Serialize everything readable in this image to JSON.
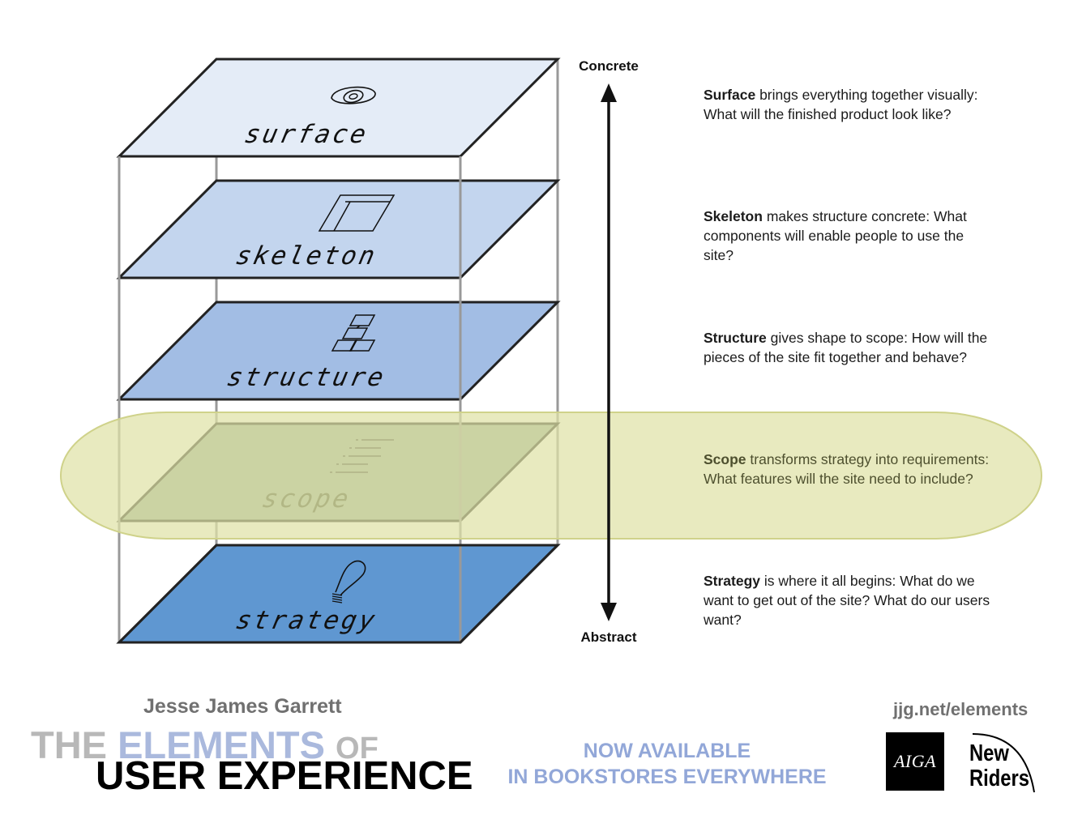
{
  "axis": {
    "top_label": "Concrete",
    "bottom_label": "Abstract"
  },
  "planes": [
    {
      "label": "surface",
      "color": "#e4ecf7",
      "icon": "eye-icon"
    },
    {
      "label": "skeleton",
      "color": "#c3d5ee",
      "icon": "wireframe-icon"
    },
    {
      "label": "structure",
      "color": "#a2bde4",
      "icon": "flowchart-icon"
    },
    {
      "label": "scope",
      "color": "#96ad9a",
      "icon": "list-icon"
    },
    {
      "label": "strategy",
      "color": "#5f97d1",
      "icon": "lightbulb-icon"
    }
  ],
  "descriptions": [
    {
      "title": "Surface",
      "text": " brings everything together visually: What will the finished product look like?"
    },
    {
      "title": "Skeleton",
      "text": " makes structure concrete: What components will enable people to use the site?"
    },
    {
      "title": "Structure",
      "text": " gives shape to scope: How will the pieces of the site fit together and behave?"
    },
    {
      "title": "Scope",
      "text": " transforms strategy into requirements: What features will the site need to include?"
    },
    {
      "title": "Strategy",
      "text": " is where it all begins: What do we want to get out of the site? What do our users want?"
    }
  ],
  "highlight": {
    "color": "#dfe2a6",
    "border": "#cfd28a",
    "plane": "scope"
  },
  "footer": {
    "author": "Jesse James Garrett",
    "title_the": "THE",
    "title_elements": "ELEMENTS",
    "title_of": "OF",
    "title_line2": "USER EXPERIENCE",
    "promo_line1": "NOW AVAILABLE",
    "promo_line2": "IN BOOKSTORES EVERYWHERE",
    "url": "jjg.net/elements",
    "logo_aiga": "AIGA",
    "logo_newriders_1": "New",
    "logo_newriders_2": "Riders"
  },
  "colors": {
    "promo": "#92a7d8",
    "title_grey": "#b8b8b8",
    "title_blue": "#aab9dd",
    "frame_posts": "#999999",
    "plane_outline": "#222222"
  }
}
